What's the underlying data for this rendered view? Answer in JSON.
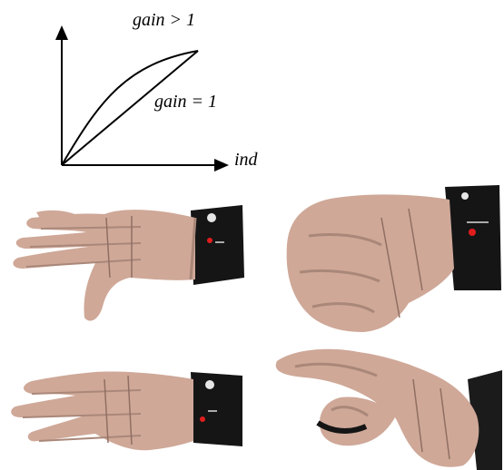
{
  "labels": {
    "gain_gt": "gain > 1",
    "gain_eq": "gain = 1",
    "x_axis": "ind"
  },
  "colors": {
    "glove": "#cfa898",
    "glove_shadow": "#a98779",
    "glove_seam": "#8f6f62",
    "wristband": "#151515",
    "led": "#e11d1d",
    "sleeve": "#1b1b1b"
  },
  "photos": [
    {
      "name": "glove-photo-open-hand",
      "description_icon": "open-hand-glove-icon"
    },
    {
      "name": "glove-photo-fist",
      "description_icon": "fist-glove-icon"
    },
    {
      "name": "glove-photo-flat-hand",
      "description_icon": "flat-hand-glove-icon"
    },
    {
      "name": "glove-photo-pinch",
      "description_icon": "pinch-glove-icon"
    }
  ]
}
